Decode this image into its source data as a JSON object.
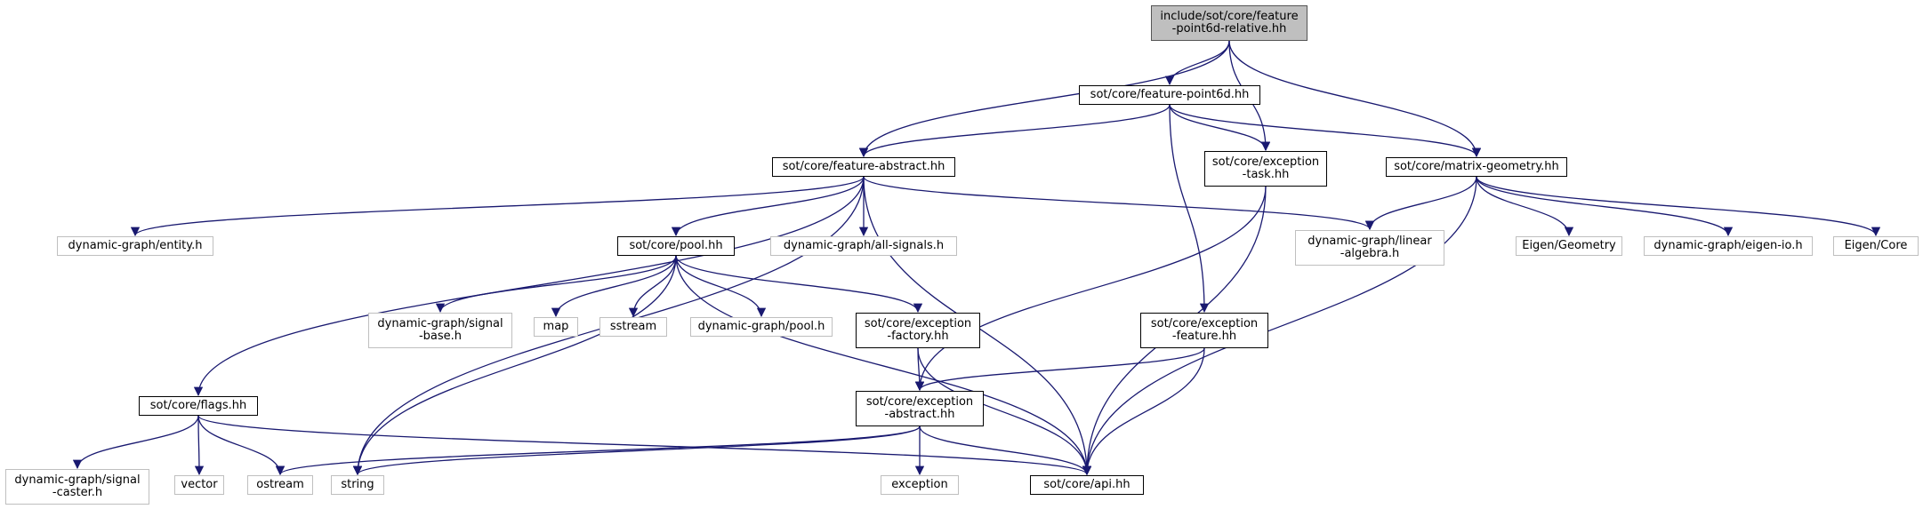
{
  "nodes": [
    {
      "id": "root",
      "label": "include/sot/core/feature\n-point6d-relative.hh",
      "kind": "focus"
    },
    {
      "id": "fp6d",
      "label": "sot/core/feature-point6d.hh",
      "kind": "main"
    },
    {
      "id": "fabs",
      "label": "sot/core/feature-abstract.hh",
      "kind": "main"
    },
    {
      "id": "etask",
      "label": "sot/core/exception\n-task.hh",
      "kind": "main"
    },
    {
      "id": "mgeo",
      "label": "sot/core/matrix-geometry.hh",
      "kind": "main"
    },
    {
      "id": "entity",
      "label": "dynamic-graph/entity.h",
      "kind": "ext"
    },
    {
      "id": "pool",
      "label": "sot/core/pool.hh",
      "kind": "main"
    },
    {
      "id": "allsig",
      "label": "dynamic-graph/all-signals.h",
      "kind": "ext"
    },
    {
      "id": "linalg",
      "label": "dynamic-graph/linear\n-algebra.h",
      "kind": "ext"
    },
    {
      "id": "eigeo",
      "label": "Eigen/Geometry",
      "kind": "ext"
    },
    {
      "id": "eigio",
      "label": "dynamic-graph/eigen-io.h",
      "kind": "ext"
    },
    {
      "id": "eicore",
      "label": "Eigen/Core",
      "kind": "ext"
    },
    {
      "id": "sigbase",
      "label": "dynamic-graph/signal\n-base.h",
      "kind": "ext"
    },
    {
      "id": "map",
      "label": "map",
      "kind": "ext"
    },
    {
      "id": "sstream",
      "label": "sstream",
      "kind": "ext"
    },
    {
      "id": "dgpool",
      "label": "dynamic-graph/pool.h",
      "kind": "ext"
    },
    {
      "id": "efact",
      "label": "sot/core/exception\n-factory.hh",
      "kind": "main"
    },
    {
      "id": "efeat",
      "label": "sot/core/exception\n-feature.hh",
      "kind": "main"
    },
    {
      "id": "flags",
      "label": "sot/core/flags.hh",
      "kind": "main"
    },
    {
      "id": "eabs",
      "label": "sot/core/exception\n-abstract.hh",
      "kind": "main"
    },
    {
      "id": "sigcast",
      "label": "dynamic-graph/signal\n-caster.h",
      "kind": "ext"
    },
    {
      "id": "vector",
      "label": "vector",
      "kind": "ext"
    },
    {
      "id": "ostream",
      "label": "ostream",
      "kind": "ext"
    },
    {
      "id": "string",
      "label": "string",
      "kind": "ext"
    },
    {
      "id": "exception",
      "label": "exception",
      "kind": "ext"
    },
    {
      "id": "api",
      "label": "sot/core/api.hh",
      "kind": "main"
    }
  ],
  "edges": [
    [
      "root",
      "fp6d"
    ],
    [
      "root",
      "fabs"
    ],
    [
      "root",
      "etask"
    ],
    [
      "root",
      "mgeo"
    ],
    [
      "fp6d",
      "fabs"
    ],
    [
      "fp6d",
      "etask"
    ],
    [
      "fp6d",
      "mgeo"
    ],
    [
      "fp6d",
      "efeat"
    ],
    [
      "fabs",
      "entity"
    ],
    [
      "fabs",
      "pool"
    ],
    [
      "fabs",
      "allsig"
    ],
    [
      "fabs",
      "linalg"
    ],
    [
      "fabs",
      "flags"
    ],
    [
      "fabs",
      "string"
    ],
    [
      "fabs",
      "api"
    ],
    [
      "etask",
      "eabs"
    ],
    [
      "etask",
      "api"
    ],
    [
      "mgeo",
      "linalg"
    ],
    [
      "mgeo",
      "eigeo"
    ],
    [
      "mgeo",
      "eigio"
    ],
    [
      "mgeo",
      "eicore"
    ],
    [
      "mgeo",
      "api"
    ],
    [
      "pool",
      "sigbase"
    ],
    [
      "pool",
      "map"
    ],
    [
      "pool",
      "sstream"
    ],
    [
      "pool",
      "dgpool"
    ],
    [
      "pool",
      "efact"
    ],
    [
      "pool",
      "string"
    ],
    [
      "pool",
      "api"
    ],
    [
      "efact",
      "eabs"
    ],
    [
      "efact",
      "api"
    ],
    [
      "efeat",
      "eabs"
    ],
    [
      "efeat",
      "api"
    ],
    [
      "flags",
      "sigcast"
    ],
    [
      "flags",
      "vector"
    ],
    [
      "flags",
      "ostream"
    ],
    [
      "flags",
      "api"
    ],
    [
      "eabs",
      "ostream"
    ],
    [
      "eabs",
      "string"
    ],
    [
      "eabs",
      "exception"
    ],
    [
      "eabs",
      "api"
    ]
  ],
  "colors": {
    "edge": "#191970",
    "main_border": "#000000",
    "ext_border": "#bfbfbf",
    "focus_fill": "#bfbfbf"
  }
}
